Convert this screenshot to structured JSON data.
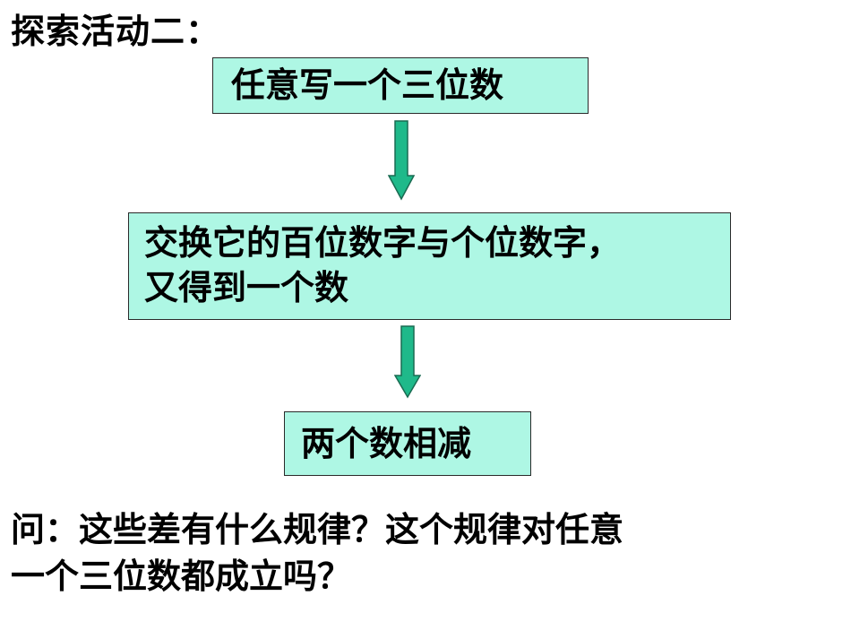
{
  "heading": "探索活动二：",
  "steps": [
    {
      "lines": [
        "任意写一个三位数"
      ]
    },
    {
      "lines": [
        "交换它的百位数字与个位数字，",
        "又得到一个数"
      ]
    },
    {
      "lines": [
        "两个数相减"
      ]
    }
  ],
  "question": {
    "lines": [
      "问：这些差有什么规律？这个规律对任意",
      "一个三位数都成立吗？"
    ]
  },
  "icons": {
    "arrow": "down-arrow-icon"
  },
  "colors": {
    "box_fill": "#aef7e4",
    "arrow_fill": "#1fb98a",
    "arrow_stroke": "#1a6b52"
  }
}
